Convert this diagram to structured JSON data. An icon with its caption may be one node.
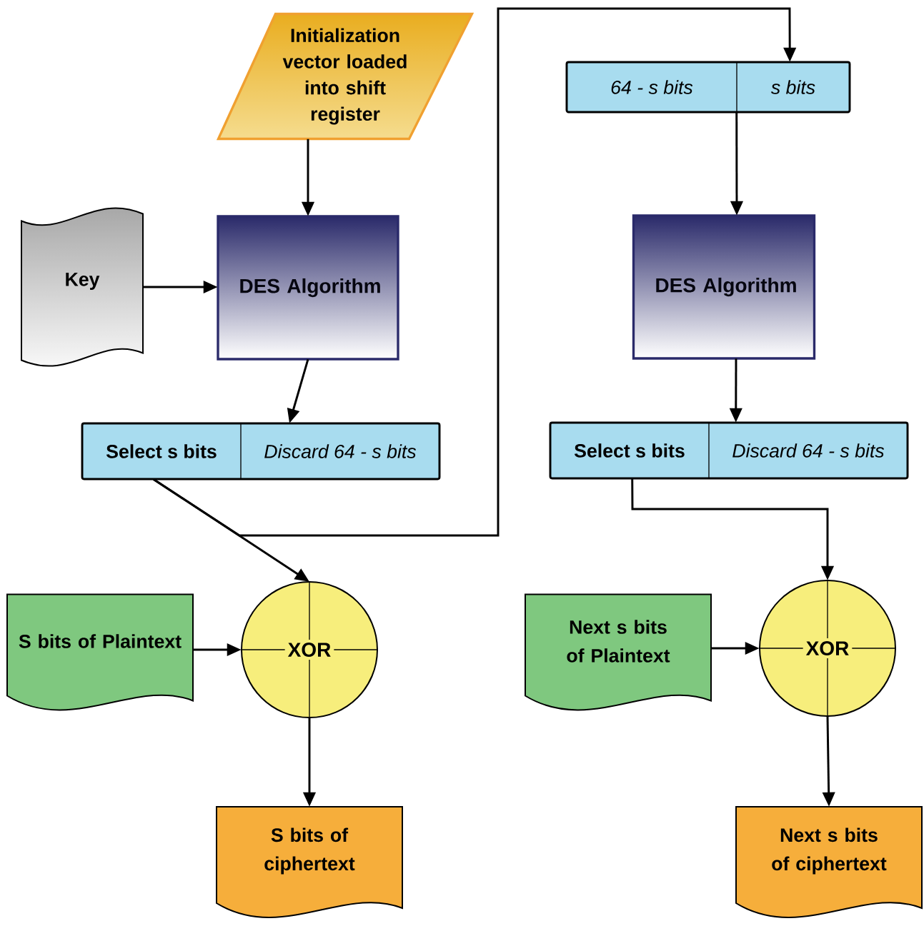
{
  "diagram": {
    "nodes": [
      {
        "text": [
          "Initialization vector loaded into shift register"
        ]
      },
      {
        "text": [
          "Key"
        ]
      },
      {
        "text": [
          "DES Algorithm"
        ]
      },
      {
        "text": [
          "Select s bits",
          "Discard 64 - s bits"
        ]
      },
      {
        "text": [
          "XOR"
        ]
      },
      {
        "text": [
          "S bits of Plaintext"
        ]
      },
      {
        "text": [
          "S bits of ciphertext"
        ]
      },
      {
        "text": [
          "64 - s bits",
          "s bits"
        ]
      },
      {
        "text": [
          "DES Algorithm"
        ]
      },
      {
        "text": [
          "Select s bits",
          "Discard 64 - s bits"
        ]
      },
      {
        "text": [
          "Next s bits of Plaintext"
        ]
      },
      {
        "text": [
          "XOR"
        ]
      },
      {
        "text": [
          "Next s bits of ciphertext"
        ]
      }
    ],
    "edges": [
      {
        "from": 0,
        "to": 2,
        "arrow": "to"
      },
      {
        "from": 1,
        "to": 2,
        "arrow": "to"
      },
      {
        "from": 2,
        "to": 3,
        "arrow": "to"
      },
      {
        "from": 3,
        "to": 4,
        "arrow": "to"
      },
      {
        "from": 3,
        "to": 7,
        "arrow": "to"
      },
      {
        "from": 5,
        "to": 4,
        "arrow": "to"
      },
      {
        "from": 4,
        "to": 6,
        "arrow": "to"
      },
      {
        "from": 7,
        "to": 8,
        "arrow": "to"
      },
      {
        "from": 8,
        "to": 9,
        "arrow": "to"
      },
      {
        "from": 9,
        "to": 11,
        "arrow": "to"
      },
      {
        "from": 10,
        "to": 11,
        "arrow": "to"
      },
      {
        "from": 11,
        "to": 12,
        "arrow": "to"
      }
    ]
  }
}
